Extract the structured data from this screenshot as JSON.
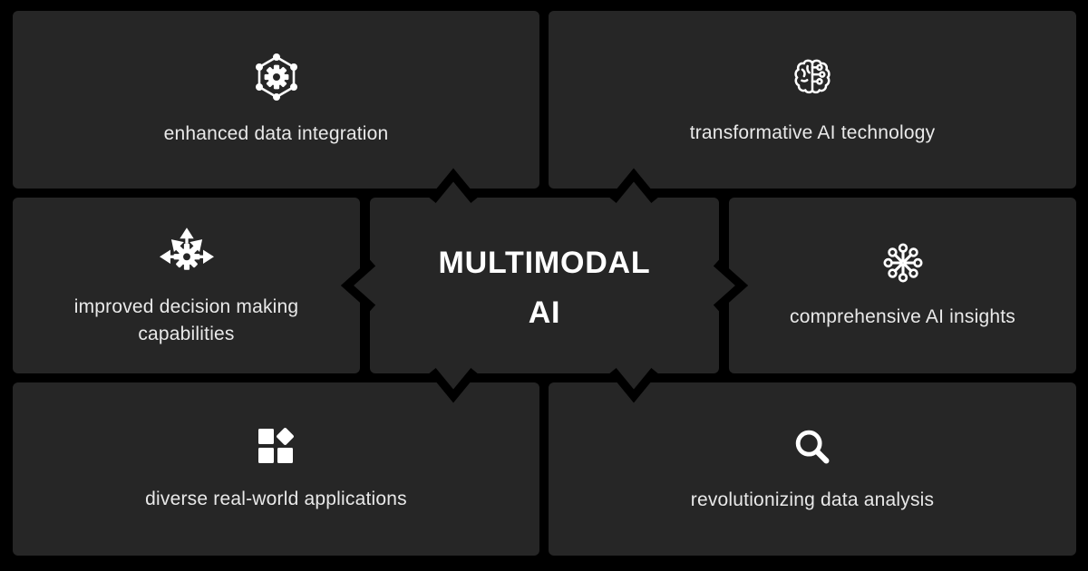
{
  "page": {
    "background_color": "#000000",
    "card_color": "#262626",
    "label_color": "#e9e9e9",
    "accent_color": "#ffffff"
  },
  "center": {
    "title_line1": "MULTIMODAL",
    "title_line2": "AI"
  },
  "cards": [
    {
      "position": "top-left",
      "icon": "hexagon-gear-icon",
      "label": "enhanced data integration"
    },
    {
      "position": "top-right",
      "icon": "brain-circuit-icon",
      "label": "transformative AI technology"
    },
    {
      "position": "middle-left",
      "icon": "gear-arrows-icon",
      "label": "improved decision making capabilities"
    },
    {
      "position": "middle-right",
      "icon": "network-hub-icon",
      "label": "comprehensive AI insights"
    },
    {
      "position": "bottom-left",
      "icon": "shapes-grid-icon",
      "label": "diverse real-world applications"
    },
    {
      "position": "bottom-right",
      "icon": "magnifier-icon",
      "label": "revolutionizing data analysis"
    }
  ]
}
